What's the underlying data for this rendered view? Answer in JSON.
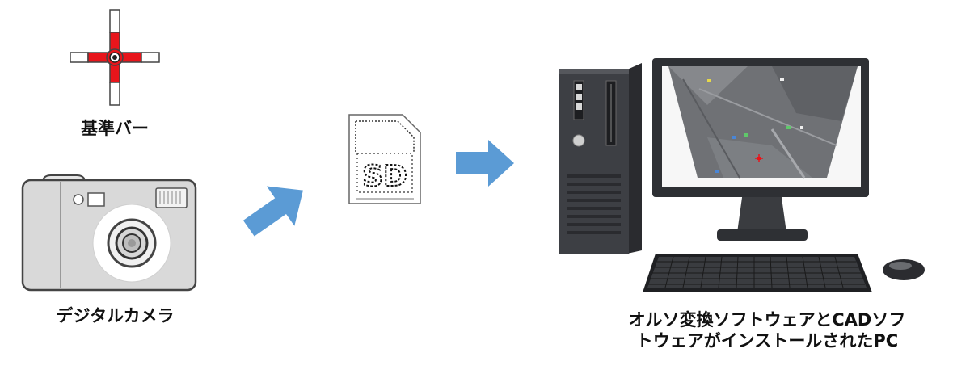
{
  "labels": {
    "reference_bar": "基準バー",
    "camera": "デジタルカメラ",
    "pc_line1": "オルソ変換ソフトウェアとCADソフ",
    "pc_line2": "トウェアがインストールされたPC"
  },
  "sd_card": {
    "text": "SD"
  },
  "colors": {
    "arrow": "#5b9bd5",
    "bar_red": "#e8151b",
    "pc_body": "#3d3f44",
    "monitor_frame": "#2e3034",
    "camera_body": "#d9d9d9"
  },
  "icons": [
    "reference-bar-icon",
    "camera-icon",
    "sd-card-icon",
    "arrow-right-icon",
    "desktop-pc-icon",
    "monitor-icon",
    "keyboard-icon",
    "mouse-icon"
  ]
}
